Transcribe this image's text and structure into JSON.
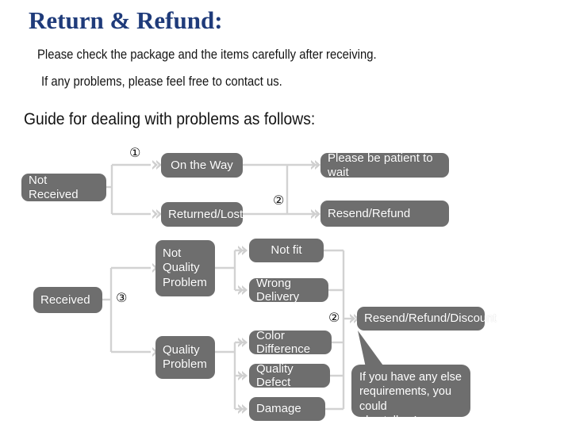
{
  "header": {
    "title": "Return & Refund:",
    "line1": "Please check the package and the items carefully after receiving.",
    "line2": "If any problems, please feel free to contact us.",
    "guide": "Guide for dealing with problems as follows:"
  },
  "colors": {
    "title_blue": "#1f3b7a",
    "node_gray": "#6e6e6e",
    "connector_gray": "#d2d2d2",
    "background": "#ffffff",
    "node_text": "#ffffff"
  },
  "flow": {
    "nodes": {
      "not_received": "Not Received",
      "on_the_way": "On the Way",
      "returned_lost": "Returned/Lost",
      "please_wait": "Please be patient to wait",
      "resend_refund": "Resend/Refund",
      "received": "Received",
      "not_quality_problem": "Not\nQuality\nProblem",
      "quality_problem": "Quality\nProblem",
      "not_fit": "Not fit",
      "wrong_delivery": "Wrong Delivery",
      "color_difference": "Color Difference",
      "quality_defect": "Quality Defect",
      "damage": "Damage",
      "resend_refund_discount": "Resend/Refund/Discount"
    },
    "markers": {
      "one": "①",
      "two": "②",
      "two_b": "②",
      "three": "③"
    },
    "callout": "If you have any else\nrequirements, you could\nalso tell us!"
  }
}
